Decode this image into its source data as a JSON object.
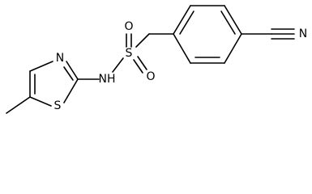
{
  "molecule": {
    "atoms": {
      "sulfur_sulfonyl": "S",
      "oxygen_top": "O",
      "oxygen_bottom": "O",
      "amide_nh": "NH",
      "ring_nitrogen": "N",
      "ring_sulfur": "S",
      "nitrile_nitrogen": "N"
    }
  }
}
